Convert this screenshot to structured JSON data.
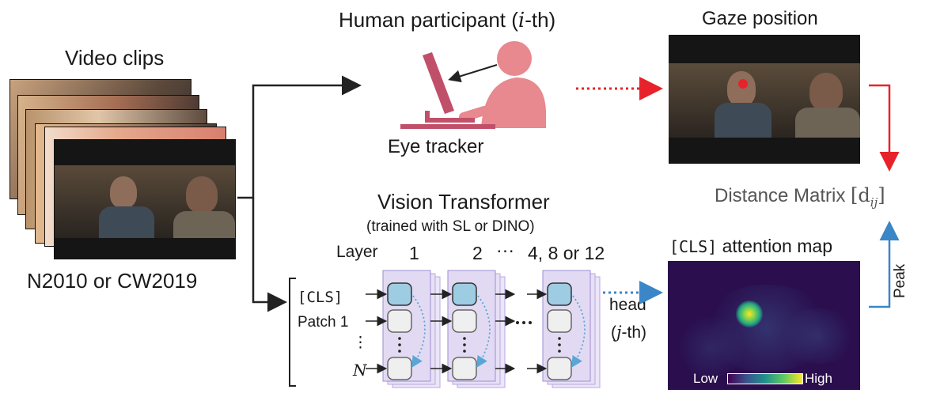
{
  "video_clips_title": "Video clips",
  "dataset_label": "N2010 or CW2019",
  "human_title_prefix": "Human participant (",
  "human_title_var": "i",
  "human_title_suffix": "-th)",
  "eye_tracker_label": "Eye tracker",
  "gaze_title": "Gaze position",
  "distance_prefix": "Distance Matrix ",
  "distance_math": "[d",
  "distance_sub": "ij",
  "distance_close": "]",
  "vit_title": "Vision Transformer",
  "vit_subtitle": "(trained with SL or DINO)",
  "layer_label": "Layer",
  "layer_1": "1",
  "layer_2": "2",
  "layer_dots": "···",
  "layer_more": "4, 8 or 12",
  "cls_token": "[CLS]",
  "patch_1": "Patch 1",
  "vdots": "⋮",
  "n_token": "N",
  "head_label": "head",
  "head_index_prefix": "(",
  "head_index_var": "j",
  "head_index_suffix": "-th)",
  "cls_attention_mono": "[CLS]",
  "cls_attention_text": " attention map",
  "low_label": "Low",
  "high_label": "High",
  "peak_label": "Peak",
  "colors": {
    "participant": "#e8888f",
    "monitor": "#c0506a",
    "gaze_arrow": "#e8222a",
    "peak_arrow": "#3a86c6",
    "token_cls": "#9dcce3",
    "token_patch": "#efefef",
    "layer_stack": "#e2daf3",
    "attention_bg": "#2a0e4d"
  }
}
